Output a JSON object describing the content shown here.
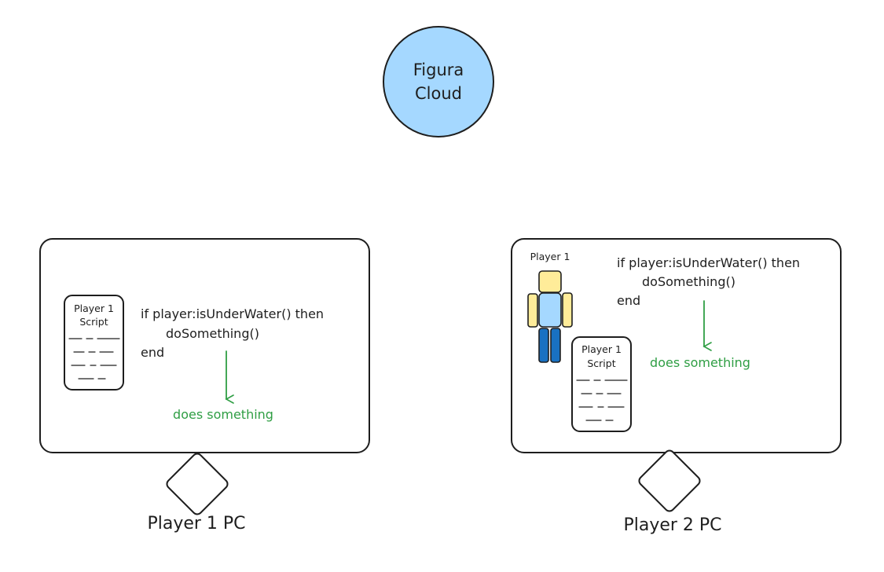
{
  "cloud": {
    "line1": "Figura",
    "line2": "Cloud",
    "fill": "#a5d8ff"
  },
  "colors": {
    "stroke": "#1e1e1e",
    "green": "#2f9e44",
    "skin": "#ffec99",
    "shirt": "#a5d8ff",
    "pants": "#1971c2"
  },
  "pc1": {
    "caption": "Player 1 PC",
    "script_card": {
      "line1": "Player 1",
      "line2": "Script"
    },
    "code": [
      "if player:isUnderWater() then",
      "doSomething()",
      "end"
    ],
    "result": "does something"
  },
  "pc2": {
    "caption": "Player 2 PC",
    "player_label": "Player 1",
    "script_card": {
      "line1": "Player 1",
      "line2": "Script"
    },
    "code": [
      "if player:isUnderWater() then",
      "doSomething()",
      "end"
    ],
    "result": "does something"
  }
}
